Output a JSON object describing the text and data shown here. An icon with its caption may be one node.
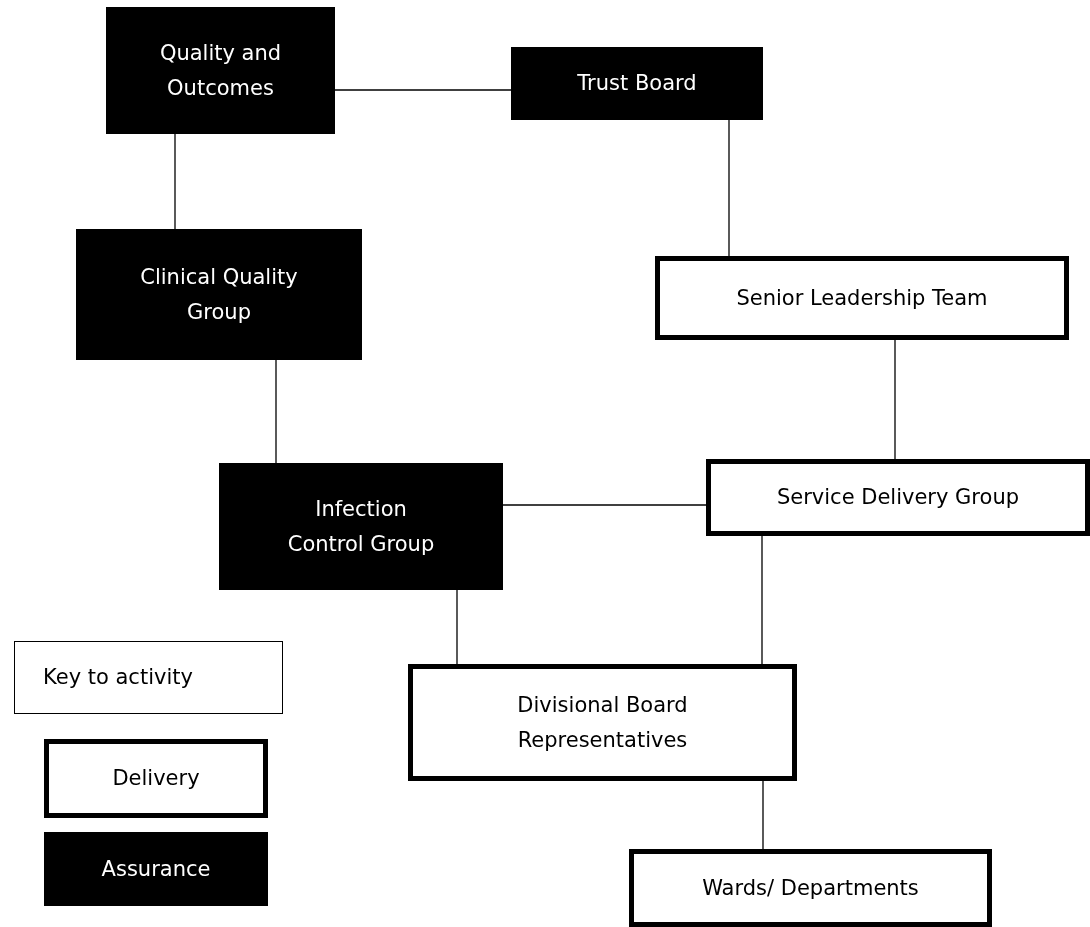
{
  "diagram": {
    "nodes": [
      {
        "text": [
          "Quality and Outcomes"
        ]
      },
      {
        "text": [
          "Trust Board"
        ]
      },
      {
        "text": [
          "Clinical Quality Group"
        ]
      },
      {
        "text": [
          "Senior Leadership Team"
        ]
      },
      {
        "text": [
          "Infection Control Group"
        ]
      },
      {
        "text": [
          "Service Delivery Group"
        ]
      },
      {
        "text": [
          "Divisional Board Representatives"
        ]
      },
      {
        "text": [
          "Wards/ Departments"
        ]
      }
    ],
    "edges": [
      {
        "from": 0,
        "to": 1,
        "arrow": "none"
      },
      {
        "from": 0,
        "to": 2,
        "arrow": "none"
      },
      {
        "from": 1,
        "to": 3,
        "arrow": "none"
      },
      {
        "from": 2,
        "to": 4,
        "arrow": "none"
      },
      {
        "from": 3,
        "to": 5,
        "arrow": "none"
      },
      {
        "from": 4,
        "to": 5,
        "arrow": "none"
      },
      {
        "from": 4,
        "to": 6,
        "arrow": "none"
      },
      {
        "from": 5,
        "to": 6,
        "arrow": "none"
      },
      {
        "from": 6,
        "to": 7,
        "arrow": "none"
      }
    ],
    "labels": [
      "Key to activity"
    ],
    "legend": [
      {
        "text": "Delivery"
      },
      {
        "text": "Assurance",
        "color": "#000000"
      }
    ]
  }
}
